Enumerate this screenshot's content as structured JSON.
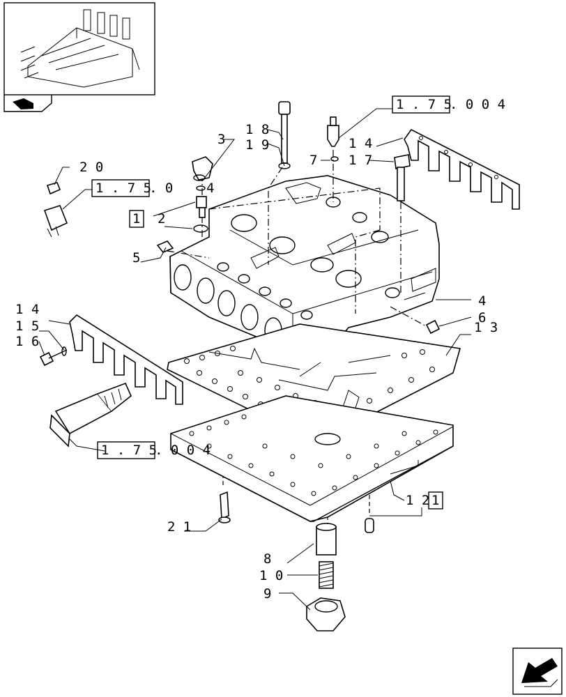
{
  "labels": {
    "n1": "1",
    "n2": "2",
    "n3": "3",
    "n4": "4",
    "n5": "5",
    "n6": "6",
    "n7": "7",
    "n8": "8",
    "n9": "9",
    "n10": "1 0",
    "n12": "1 2",
    "n11": "1",
    "n13": "1 3",
    "n14a": "1 4",
    "n14b": "1 4",
    "n15": "1 5",
    "n16": "1 6",
    "n17": "1 7",
    "n18": "1 8",
    "n19": "1 9",
    "n20": "2 0",
    "n21": "2 1",
    "n4b": "4"
  },
  "references": {
    "top_right": {
      "boxed": "1 . 7 5",
      "rest": ". 0   0 4"
    },
    "mid_left": {
      "boxed": "1 . 7 5",
      "rest": ". 0"
    },
    "bottom_left": {
      "boxed": "1 . 7 5",
      "rest": ". 0   0 4"
    }
  },
  "icons": {
    "thumbnail": "assembly-thumbnail-icon",
    "folder": "folder-tab-icon",
    "nav": "next-page-arrow-icon"
  }
}
